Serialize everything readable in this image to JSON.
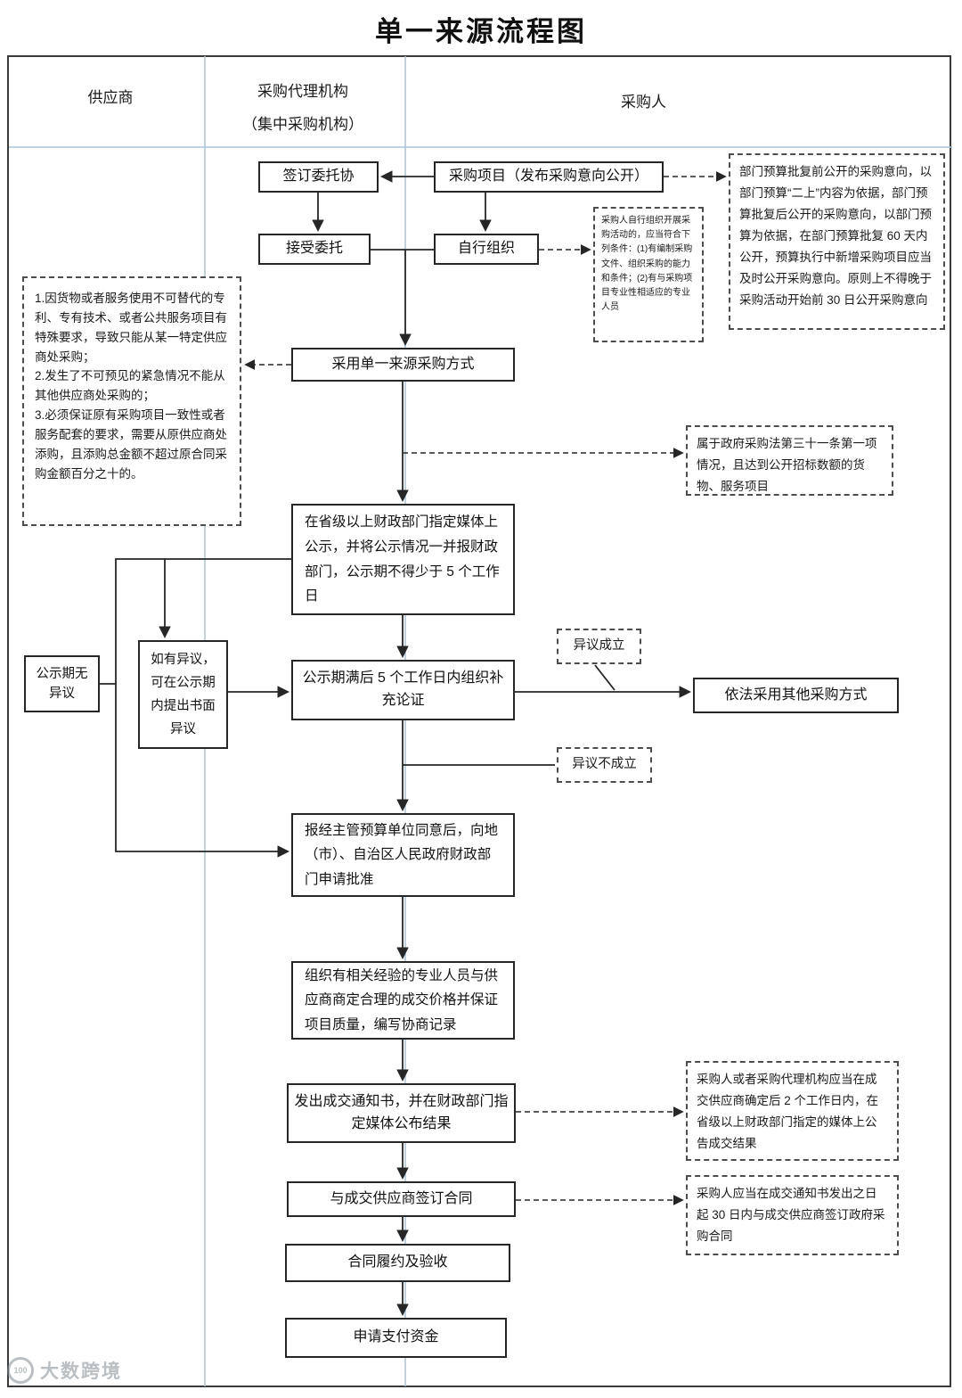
{
  "title": "单一来源流程图",
  "columns": {
    "supplier": "供应商",
    "agency_line1": "采购代理机构",
    "agency_line2": "（集中采购机构）",
    "purchaser": "采购人"
  },
  "nodes": {
    "sign_agreement": "签订委托协",
    "procurement_project": "采购项目（发布采购意向公开）",
    "accept_entrustment": "接受委托",
    "self_organize": "自行组织",
    "single_source_method": "采用单一来源采购方式",
    "publicity": "在省级以上财政部门指定媒体上公示，并将公示情况一并报财政部门，公示期不得少于 5 个工作日",
    "objection_note": "如有异议，可在公示期内提出书面异议",
    "no_objection": "公示期无异议",
    "supplement_review": "公示期满后 5 个工作日内组织补充论证",
    "objection_valid": "异议成立",
    "objection_invalid": "异议不成立",
    "other_method": "依法采用其他采购方式",
    "apply_approval": "报经主管预算单位同意后，向地（市）、自治区人民政府财政部门申请批准",
    "negotiate": "组织有相关经验的专业人员与供应商商定合理的成交价格并保证项目质量，编写协商记录",
    "award_notice": "发出成交通知书，并在财政部门指定媒体公布结果",
    "sign_contract": "与成交供应商签订合同",
    "acceptance": "合同履约及验收",
    "payment": "申请支付资金"
  },
  "annotations": {
    "budget_note": "部门预算批复前公开的采购意向，以部门预算“二上”内容为依据，部门预算批复后公开的采购意向，以部门预算为依据，在部门预算批复 60 天内公开，预算执行中新增采购项目应当及时公开采购意向。原则上不得晚于采购活动开始前 30 日公开采购意向",
    "self_conditions": "采购人自行组织开展采购活动的，应当符合下列条件：(1)有编制采购文件、组织采购的能力和条件；(2)有与采购项目专业性相适应的专业人员",
    "reasons_items": [
      "1.因货物或者服务使用不可替代的专利、专有技术、或者公共服务项目有特殊要求，导致只能从某一特定供应商处采购；",
      "2.发生了不可预见的紧急情况不能从其他供应商处采购的；",
      "3.必须保证原有采购项目一致性或者服务配套的要求，需要从原供应商处添购，且添购总金额不超过原合同采购金额百分之十的。"
    ],
    "law31": "属于政府采购法第三十一条第一项情况，且达到公开招标数额的货物、服务项目",
    "announce_note": "采购人或者采购代理机构应当在成交供应商确定后 2 个工作日内，在省级以上财政部门指定的媒体上公告成交结果",
    "contract_note": "采购人应当在成交通知书发出之日起 30 日内与成交供应商签订政府采购合同"
  },
  "watermark": {
    "text": "大数跨境",
    "logo": "100"
  },
  "colors": {
    "lane_line": "#a9c4db",
    "box_border": "#262626",
    "text": "#111111"
  }
}
